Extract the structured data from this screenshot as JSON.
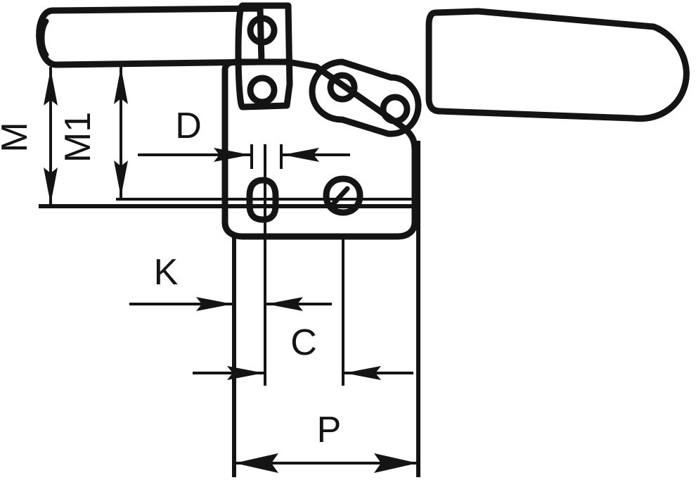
{
  "drawing": {
    "title": "Toggle clamp dimensional drawing",
    "line_color": "#141414",
    "background_color": "#ffffff",
    "dimension_labels": [
      {
        "id": "M",
        "text": "M",
        "orientation": "vertical"
      },
      {
        "id": "M1",
        "text": "M1",
        "orientation": "vertical"
      },
      {
        "id": "D",
        "text": "D",
        "orientation": "horizontal"
      },
      {
        "id": "K",
        "text": "K",
        "orientation": "horizontal"
      },
      {
        "id": "C",
        "text": "C",
        "orientation": "horizontal"
      },
      {
        "id": "P",
        "text": "P",
        "orientation": "horizontal"
      }
    ],
    "components": [
      {
        "name": "clamping-bar",
        "description": "horizontal clamping arm with rounded left end"
      },
      {
        "name": "spindle-end",
        "description": "rounded spindle tip at left of clamping bar"
      },
      {
        "name": "base-bracket",
        "description": "vertical mounting bracket body"
      },
      {
        "name": "base-plate",
        "description": "lower mounting plate with two slotted holes"
      },
      {
        "name": "toggle-link",
        "description": "two-hole pivoting toggle link"
      },
      {
        "name": "handle",
        "description": "operating handle, tapered right end"
      },
      {
        "name": "pivot-hole-upper",
        "description": "upper pivot bore"
      },
      {
        "name": "pivot-hole-lower",
        "description": "lower pivot bore"
      },
      {
        "name": "link-hole-left",
        "description": "left bore of toggle link"
      },
      {
        "name": "link-hole-right",
        "description": "right bore of toggle link"
      },
      {
        "name": "mount-slot-left",
        "description": "left slotted mounting hole"
      },
      {
        "name": "mount-slot-right",
        "description": "right slotted mounting hole"
      }
    ]
  }
}
